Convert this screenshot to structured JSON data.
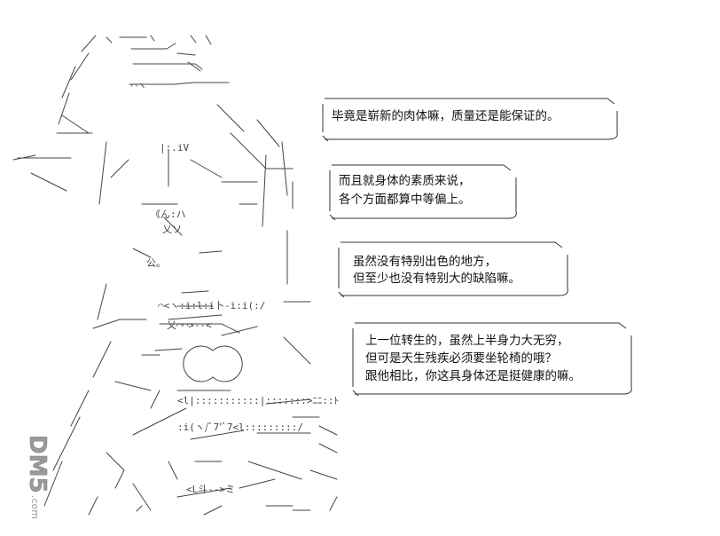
{
  "bubbles": [
    {
      "lines": [
        "毕竟是崭新的肉体嘛，质量还是能保证的。"
      ]
    },
    {
      "lines": [
        "而且就身体的素质来说，",
        "各个方面都算中等偏上。"
      ]
    },
    {
      "lines": [
        "虽然没有特别出色的地方，",
        "但至少也没有特别大的缺陷嘛。"
      ]
    },
    {
      "lines": [
        "上一位转生的，虽然上半身力大无穷，",
        "但可是天生残疾必须要坐轮椅的哦？",
        "跟他相比，你这具身体还是挺健康的嘛。"
      ]
    }
  ],
  "watermark": {
    "text": "DM5.com",
    "color": "#9a9a9a"
  }
}
